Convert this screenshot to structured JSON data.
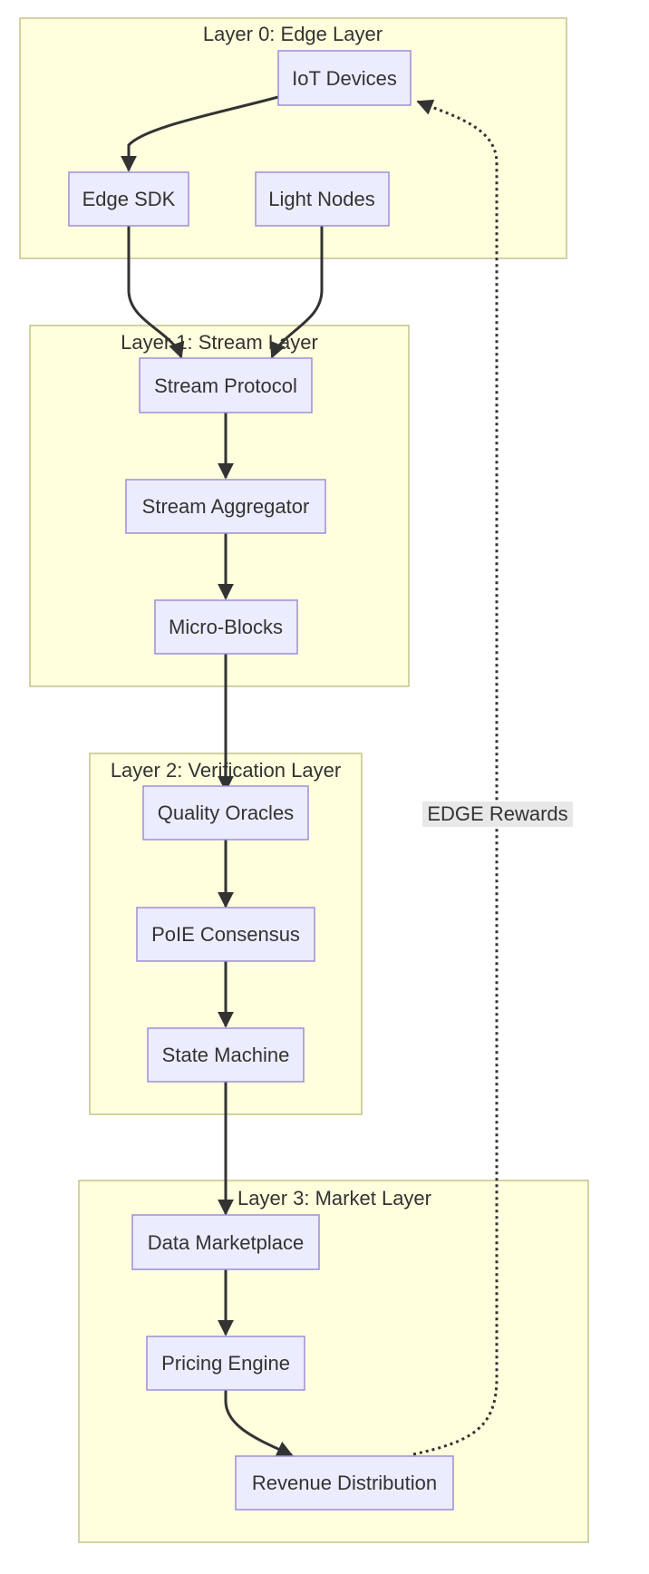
{
  "layers": {
    "layer0": "Layer 0: Edge Layer",
    "layer1": "Layer 1: Stream Layer",
    "layer2": "Layer 2: Verification Layer",
    "layer3": "Layer 3: Market Layer"
  },
  "nodes": {
    "iot_devices": "IoT Devices",
    "edge_sdk": "Edge SDK",
    "light_nodes": "Light Nodes",
    "stream_protocol": "Stream Protocol",
    "stream_aggregator": "Stream Aggregator",
    "micro_blocks": "Micro-Blocks",
    "quality_oracles": "Quality Oracles",
    "poie_consensus": "PoIE Consensus",
    "state_machine": "State Machine",
    "data_marketplace": "Data Marketplace",
    "pricing_engine": "Pricing Engine",
    "revenue_distribution": "Revenue Distribution"
  },
  "edges": {
    "rewards_label": "EDGE Rewards"
  },
  "colors": {
    "layer_fill": "#ffffde",
    "layer_stroke": "#c3c38a",
    "node_fill": "#ececff",
    "node_stroke": "#9d8ed8",
    "edge": "#333333"
  }
}
